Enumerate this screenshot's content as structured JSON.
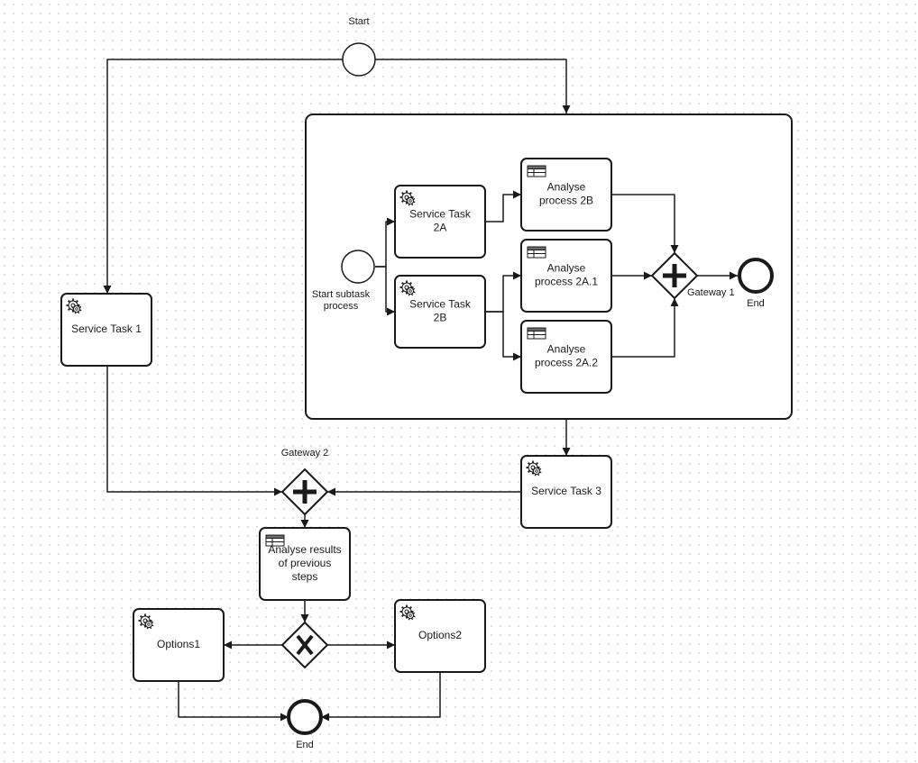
{
  "diagram": {
    "colors": {
      "stroke": "#1a1a1a",
      "fill": "#ffffff",
      "text": "#1a1a1a",
      "grid_dot": "#d9dde3"
    },
    "events": {
      "start": "Start",
      "start_subtask": [
        "Start subtask",
        "process"
      ],
      "end_subprocess": "End",
      "end_main": "End"
    },
    "gateways": {
      "gateway_1": "Gateway 1",
      "gateway_2": "Gateway 2"
    },
    "tasks": {
      "service_task_1": [
        "Service Task  1"
      ],
      "service_task_2a": [
        "Service Task",
        "2A"
      ],
      "service_task_2b": [
        "Service Task",
        "2B"
      ],
      "analyse_2b": [
        "Analyse",
        "process 2B"
      ],
      "analyse_2a1": [
        "Analyse",
        "process 2A.1"
      ],
      "analyse_2a2": [
        "Analyse",
        "process 2A.2"
      ],
      "service_task_3": [
        "Service Task 3"
      ],
      "analyse_results": [
        "Analyse results",
        "of previous",
        "steps"
      ],
      "options1": [
        "Options1"
      ],
      "options2": [
        "Options2"
      ]
    },
    "icons": {
      "service": "gear-icon",
      "business_rule": "table-icon",
      "parallel_gateway": "plus-icon",
      "exclusive_gateway": "x-icon"
    }
  }
}
